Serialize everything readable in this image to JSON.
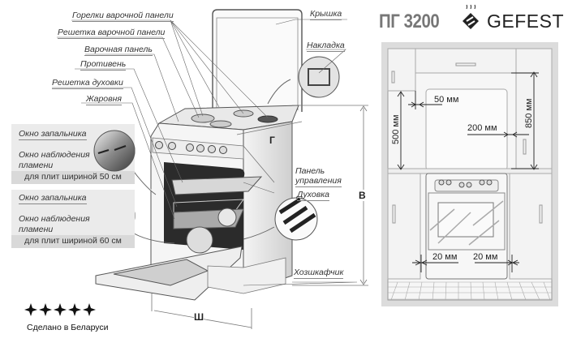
{
  "header": {
    "model": "ПГ 3200",
    "brand": "GEFEST",
    "logo_icon": "gefest-logo-icon"
  },
  "stove_labels": {
    "burners": "Горелки варочной панели",
    "hob_grate": "Решетка варочной панели",
    "hob": "Варочная панель",
    "baking_tray": "Противень",
    "oven_grate": "Решетка духовки",
    "roasting_pan": "Жаровня",
    "lid": "Крышка",
    "overlay": "Накладка",
    "control_panel_line1": "Панель",
    "control_panel_line2": "управления",
    "oven": "Духовка",
    "storage_drawer": "Хозшкафчик"
  },
  "dimensions": {
    "depth": "Г",
    "height": "В",
    "width": "Ш"
  },
  "inset_50": {
    "igniter_window": "Окно запальника",
    "flame_window_line1": "Окно наблюдения",
    "flame_window_line2": "пламени",
    "caption": "для плит шириной 50 см"
  },
  "inset_60": {
    "igniter_window": "Окно запальника",
    "flame_window_line1": "Окно наблюдения",
    "flame_window_line2": "пламени",
    "caption": "для плит шириной 60 см"
  },
  "installation": {
    "side_clearance": "50 мм",
    "top_clearance": "200 мм",
    "cabinet_height": "500 мм",
    "hood_height": "850 мм",
    "left_gap": "20 мм",
    "right_gap": "20 мм"
  },
  "footer": {
    "made_in": "Сделано в Беларуси",
    "ornament_icon": "belarus-ornament-icon"
  }
}
